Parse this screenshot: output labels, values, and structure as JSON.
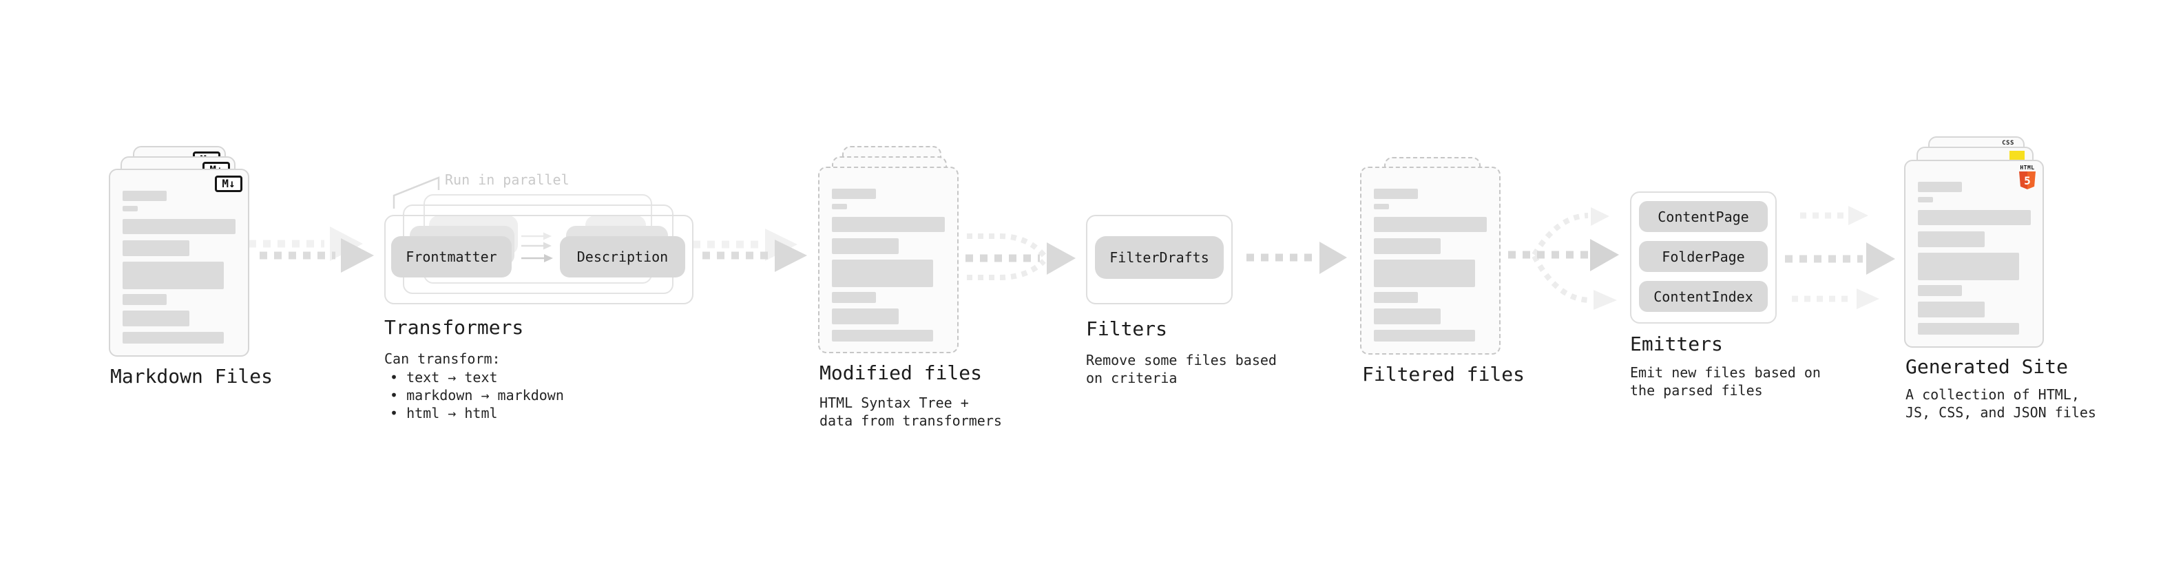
{
  "pipeline": {
    "markdown_files": {
      "label": "Markdown Files",
      "badge": "M↓"
    },
    "transformers": {
      "label": "Transformers",
      "annotation": "Run in parallel",
      "pills": [
        "Frontmatter",
        "Description"
      ],
      "subtitle": "Can transform:",
      "bullets": [
        "• text → text",
        "• markdown → markdown",
        "• html → html"
      ]
    },
    "modified_files": {
      "label": "Modified files",
      "subtitle_lines": [
        "HTML Syntax Tree +",
        "data from transformers"
      ]
    },
    "filters": {
      "label": "Filters",
      "pills": [
        "FilterDrafts"
      ],
      "subtitle_lines": [
        "Remove some files based",
        "on criteria"
      ]
    },
    "filtered_files": {
      "label": "Filtered files"
    },
    "emitters": {
      "label": "Emitters",
      "pills": [
        "ContentPage",
        "FolderPage",
        "ContentIndex"
      ],
      "subtitle_lines": [
        "Emit new files based on",
        "the parsed files"
      ]
    },
    "generated_site": {
      "label": "Generated Site",
      "subtitle_lines": [
        "A collection of HTML,",
        "JS, CSS, and JSON files"
      ],
      "badges": {
        "css_label": "CSS",
        "html_label": "HTML",
        "html_number": "5"
      }
    }
  },
  "colors": {
    "html5_orange": "#e44d26",
    "html5_orange_light": "#f16529",
    "js_yellow": "#f7df1e",
    "css_blue": "#2965f1",
    "pill_gray": "#d9d9d9",
    "arrow_gray": "#d9d9d9",
    "arrow_echo_gray": "#f0f0f0",
    "annotation_gray": "#c9c9c9"
  }
}
